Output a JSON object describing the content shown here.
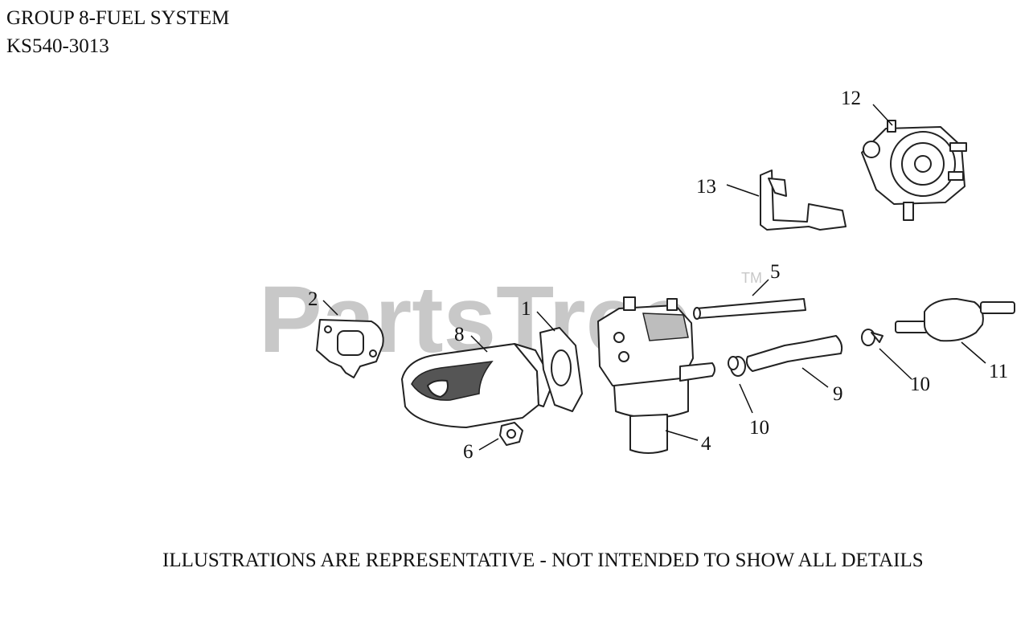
{
  "header": {
    "line1": "GROUP 8-FUEL SYSTEM",
    "line2": "KS540-3013"
  },
  "watermark": {
    "text": "PartsTree",
    "tm": "TM"
  },
  "footer": {
    "note": "ILLUSTRATIONS ARE REPRESENTATIVE - NOT INTENDED TO SHOW ALL DETAILS"
  },
  "callouts": {
    "c1": "1",
    "c2": "2",
    "c4": "4",
    "c5": "5",
    "c6": "6",
    "c8": "8",
    "c9": "9",
    "c10a": "10",
    "c10b": "10",
    "c11": "11",
    "c12": "12",
    "c13": "13"
  }
}
